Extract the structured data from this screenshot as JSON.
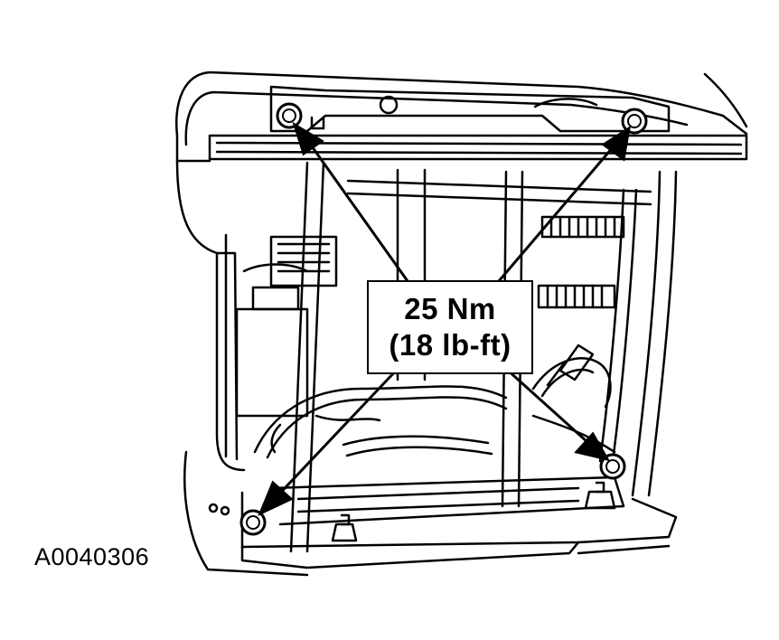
{
  "torque_callout": {
    "metric": "25 Nm",
    "imperial": "(18 lb-ft)"
  },
  "figure_code": "A0040306",
  "fasteners": [
    "bolt-top-left",
    "bolt-top-right",
    "bolt-bottom-left",
    "bolt-bottom-right"
  ],
  "colors": {
    "line": "#000000",
    "background": "#ffffff"
  }
}
